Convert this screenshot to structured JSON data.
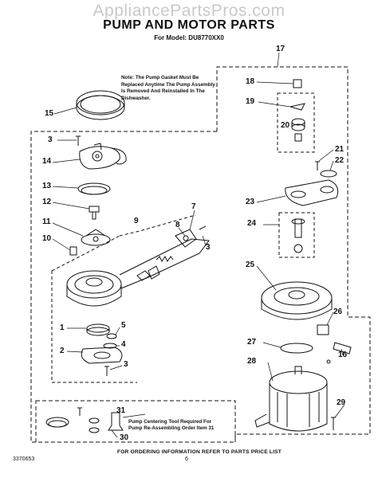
{
  "watermark": "AppliancePartsPros.com",
  "title": "PUMP AND MOTOR PARTS",
  "subtitle": "For Model: DU8770XX0",
  "note_text": "Note: The Pump Gasket Must Be Replaced Anytime The Pump Assembly Is Removed And Reinstalled In The Dishwasher.",
  "tool_note": "Pump Centering Tool Required For Pump Re-Assembling Order Item 31",
  "footer": "FOR ORDERING INFORMATION REFER TO PARTS PRICE LIST",
  "doc_number": "3370653",
  "page_number": "6",
  "callouts": [
    "1",
    "2",
    "3",
    "3",
    "3",
    "4",
    "5",
    "7",
    "8",
    "9",
    "10",
    "11",
    "12",
    "13",
    "14",
    "15",
    "16",
    "17",
    "18",
    "19",
    "20",
    "21",
    "22",
    "23",
    "24",
    "25",
    "26",
    "27",
    "28",
    "29",
    "30",
    "31"
  ]
}
